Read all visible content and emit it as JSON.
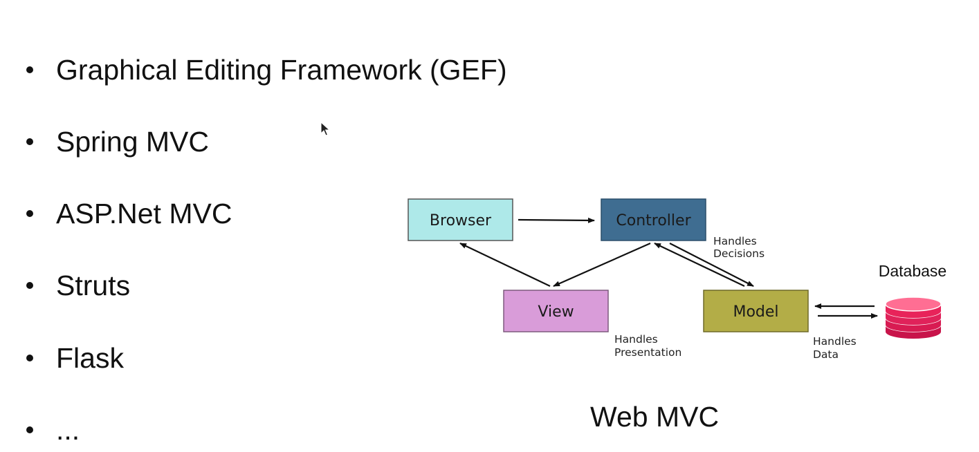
{
  "bullets": [
    "Graphical Editing Framework (GEF)",
    "Spring MVC",
    "ASP.Net MVC",
    "Struts",
    "Flask",
    "..."
  ],
  "diagram": {
    "nodes": {
      "browser": {
        "label": "Browser",
        "color": "#aee9e9"
      },
      "controller": {
        "label": "Controller",
        "color": "#3f6d91"
      },
      "view": {
        "label": "View",
        "color": "#d99cd9"
      },
      "model": {
        "label": "Model",
        "color": "#b3ad47"
      }
    },
    "notes": {
      "controller": [
        "Handles",
        "Decisions"
      ],
      "view": [
        "Handles",
        "Presentation"
      ],
      "model": [
        "Handles",
        "Data"
      ]
    },
    "database_label": "Database",
    "database_color": "#e8235a",
    "caption": "Web MVC"
  }
}
